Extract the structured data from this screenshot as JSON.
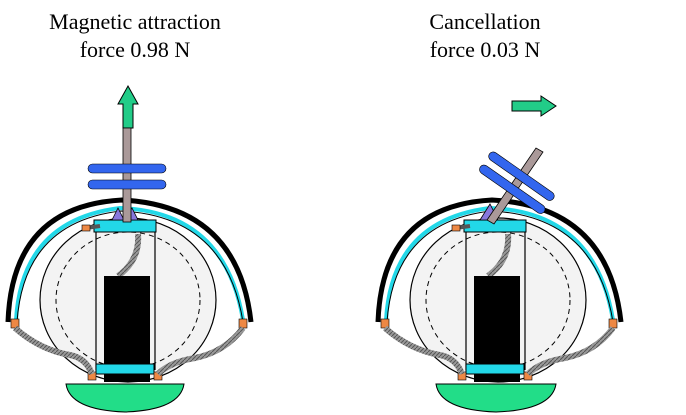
{
  "left_panel": {
    "caption_line1": "Magnetic attraction",
    "caption_line2": "force 0.98 N"
  },
  "right_panel": {
    "caption_line1": "Cancellation",
    "caption_line2": "force 0.03 N"
  },
  "colors": {
    "arrow": "#22cc88",
    "magnet": "#3366ee",
    "shell": "#000000",
    "shell_lining": "#22d8e8",
    "core": "#000000",
    "base": "#22dd88",
    "connector": "#ee8844",
    "rod": "#aa9999",
    "wire": "#888888",
    "contact": "#8877dd"
  }
}
